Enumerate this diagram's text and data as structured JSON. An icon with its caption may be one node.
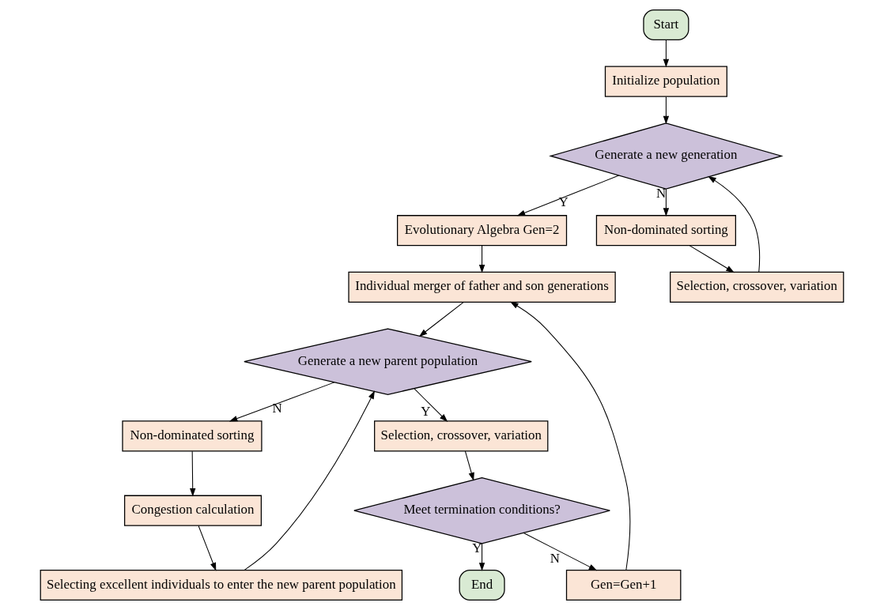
{
  "diagram": {
    "nodes": [
      {
        "text": [
          "Start"
        ]
      },
      {
        "text": [
          "Initialize population"
        ]
      },
      {
        "text": [
          "Generate a new generation"
        ]
      },
      {
        "text": [
          "Evolutionary Algebra Gen=2"
        ]
      },
      {
        "text": [
          "Non-dominated sorting"
        ]
      },
      {
        "text": [
          "Selection, crossover, variation"
        ]
      },
      {
        "text": [
          "Individual merger of father and son generations"
        ]
      },
      {
        "text": [
          "Generate a new parent population"
        ]
      },
      {
        "text": [
          "Non-dominated sorting"
        ]
      },
      {
        "text": [
          "Congestion calculation"
        ]
      },
      {
        "text": [
          "Selecting excellent individuals to enter the new parent population"
        ]
      },
      {
        "text": [
          "Selection, crossover, variation"
        ]
      },
      {
        "text": [
          "Meet termination conditions?"
        ]
      },
      {
        "text": [
          "Gen=Gen+1"
        ]
      },
      {
        "text": [
          "End"
        ]
      }
    ],
    "edges": [
      {
        "from": 0,
        "to": 1,
        "arrow": "to"
      },
      {
        "from": 1,
        "to": 2,
        "arrow": "to"
      },
      {
        "from": 2,
        "to": 3,
        "arrow": "to",
        "label": "Y"
      },
      {
        "from": 2,
        "to": 4,
        "arrow": "to",
        "label": "N"
      },
      {
        "from": 4,
        "to": 5,
        "arrow": "to"
      },
      {
        "from": 5,
        "to": 2,
        "arrow": "to"
      },
      {
        "from": 3,
        "to": 6,
        "arrow": "to"
      },
      {
        "from": 6,
        "to": 7,
        "arrow": "to"
      },
      {
        "from": 7,
        "to": 8,
        "arrow": "to",
        "label": "N"
      },
      {
        "from": 8,
        "to": 9,
        "arrow": "to"
      },
      {
        "from": 9,
        "to": 10,
        "arrow": "to"
      },
      {
        "from": 10,
        "to": 7,
        "arrow": "to"
      },
      {
        "from": 7,
        "to": 11,
        "arrow": "to",
        "label": "Y"
      },
      {
        "from": 11,
        "to": 12,
        "arrow": "to"
      },
      {
        "from": 12,
        "to": 13,
        "arrow": "to",
        "label": "N"
      },
      {
        "from": 12,
        "to": 14,
        "arrow": "to",
        "label": "Y"
      },
      {
        "from": 13,
        "to": 6,
        "arrow": "to"
      }
    ]
  }
}
